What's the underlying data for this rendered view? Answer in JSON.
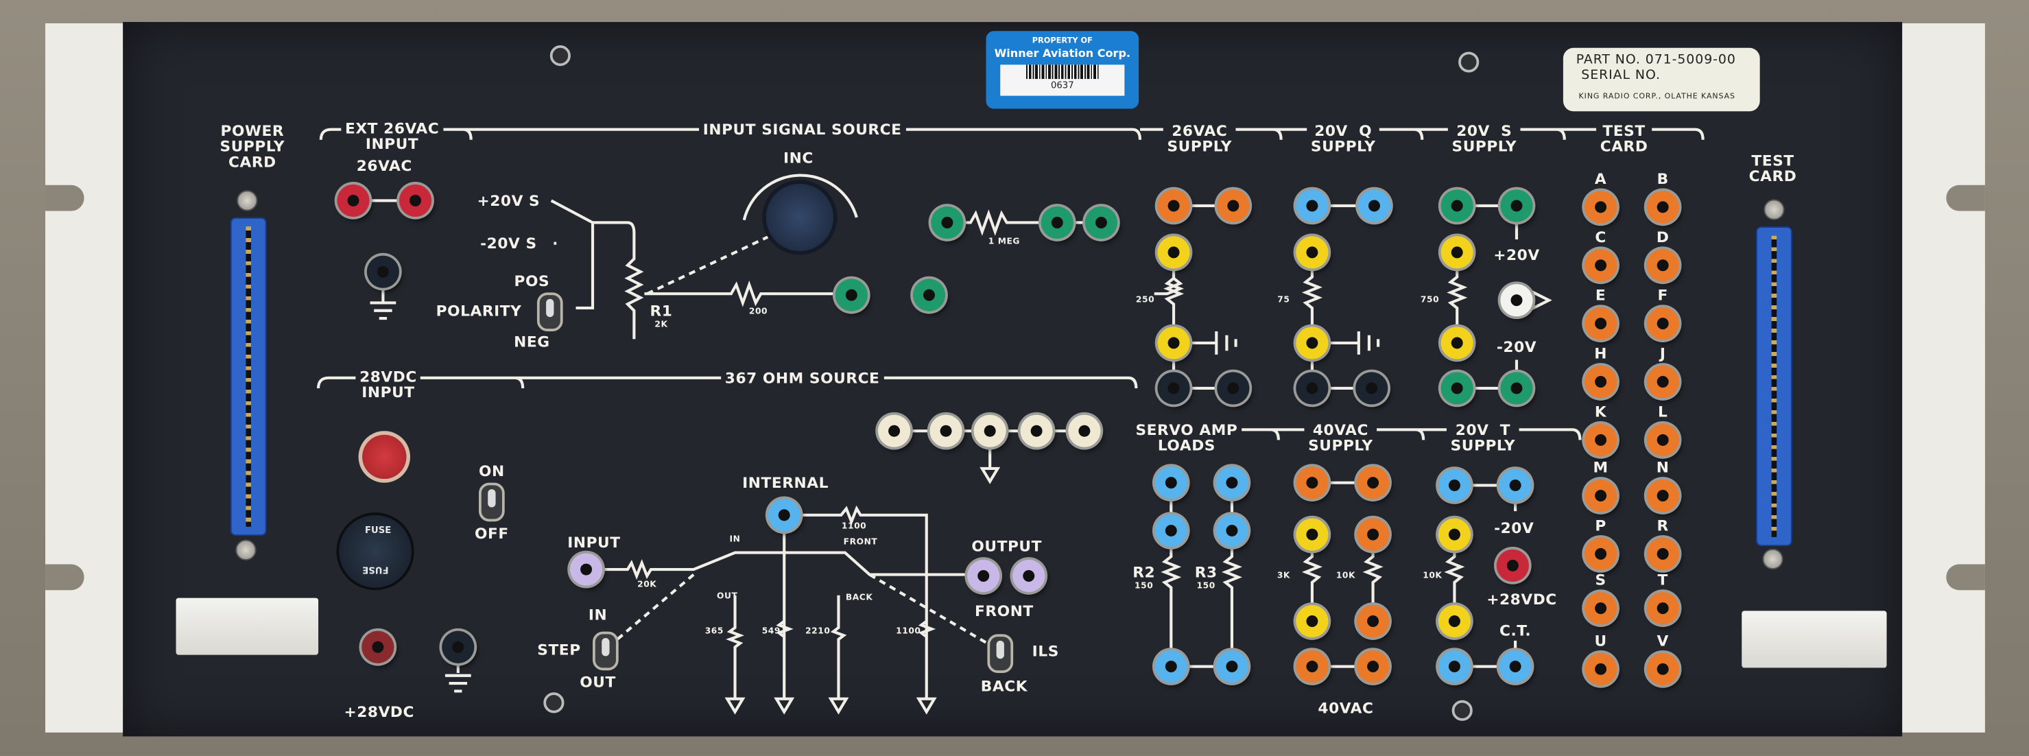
{
  "sticker": {
    "line1": "PROPERTY OF",
    "line2": "Winner Aviation Corp.",
    "number": "0637"
  },
  "nameplate": {
    "part": "PART NO. 071-5009-00",
    "serial": "SERIAL NO.",
    "maker": "KING RADIO CORP., OLATHE KANSAS"
  },
  "sections": {
    "power_supply_card": "POWER\nSUPPLY\nCARD",
    "test_card_right": "TEST\nCARD",
    "ext_26vac": "EXT 26VAC\nINPUT",
    "input_signal_source": "INPUT SIGNAL SOURCE",
    "supply_26vac": "26VAC\nSUPPLY",
    "supply_20v_q": "20V  Q\nSUPPLY",
    "supply_20v_s": "20V  S\nSUPPLY",
    "test_card": "TEST\nCARD",
    "input_28vdc": "28VDC\nINPUT",
    "ohm_source": "367 OHM SOURCE",
    "servo_amp": "SERVO AMP\nLOADS",
    "supply_40vac": "40VAC\nSUPPLY",
    "supply_20v_t": "20V  T\nSUPPLY"
  },
  "labels": {
    "vac26": "26VAC",
    "plus20s": "+20V S",
    "minus20s": "-20V S",
    "pos": "POS",
    "polarity": "POLARITY",
    "neg": "NEG",
    "r1": "R1",
    "r1_val": "2K",
    "r200": "200",
    "meg": "1 MEG",
    "inc": "INC",
    "r250": "250",
    "r75": "75",
    "r750": "750",
    "plus20": "+20V",
    "minus20": "-20V",
    "on": "ON",
    "off": "OFF",
    "internal": "INTERNAL",
    "r1100a": "1100",
    "input": "INPUT",
    "r20k": "20K",
    "in_small": "IN",
    "front_small": "FRONT",
    "output": "OUTPUT",
    "out_small": "OUT",
    "back_small": "BACK",
    "in": "IN",
    "front": "FRONT",
    "step": "STEP",
    "ils": "ILS",
    "out": "OUT",
    "back": "BACK",
    "r365": "365",
    "r549": "549",
    "r2210": "2210",
    "r1100b": "1100",
    "plus28": "+28VDC",
    "r2": "R2",
    "r2_val": "150",
    "r3": "R3",
    "r3_val": "150",
    "r3k": "3K",
    "r10ka": "10K",
    "r10kb": "10K",
    "t_minus20": "-20V",
    "t_plus28": "+28VDC",
    "ct": "C.T.",
    "vac40": "40VAC",
    "fuse": "FUSE"
  },
  "test_card_pins": [
    "A",
    "B",
    "C",
    "D",
    "E",
    "F",
    "H",
    "J",
    "K",
    "L",
    "M",
    "N",
    "P",
    "R",
    "S",
    "T",
    "U",
    "V"
  ],
  "colors": {
    "panel": "#23262d",
    "red": "#c8283a",
    "black": "#1c2430",
    "green": "#1f9a6d",
    "orange": "#ea7a2a",
    "yellow": "#f2d21a",
    "blue": "#56b3ee",
    "white": "#f2f2ee",
    "cream": "#efe8d2",
    "purple": "#c8b8e8",
    "darkred": "#8a2a2e"
  }
}
